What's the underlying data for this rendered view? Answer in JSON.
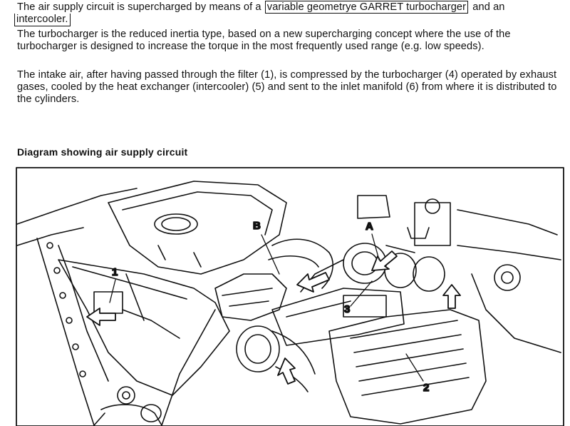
{
  "text": {
    "p1_before": "The air supply circuit is supercharged by means of a",
    "p1_box1": "variable geometrye GARRET turbocharger",
    "p1_after": "and an",
    "p1_box2": "intercooler.",
    "p2": "The turbocharger is the reduced inertia type, based on a new supercharging concept where the use of the turbocharger is designed to increase the torque in the most frequently used range (e.g. low speeds).",
    "p3": "The intake air, after having passed through the filter (1), is compressed by the turbocharger (4) operated by exhaust gases, cooled by the heat exchanger (intercooler) (5) and sent to the inlet manifold (6) from where it is distributed to the cylinders."
  },
  "diagram": {
    "heading": "Diagram showing air supply circuit",
    "callouts": {
      "one": "1",
      "two": "2",
      "three": "3",
      "a": "A",
      "b": "B"
    }
  }
}
